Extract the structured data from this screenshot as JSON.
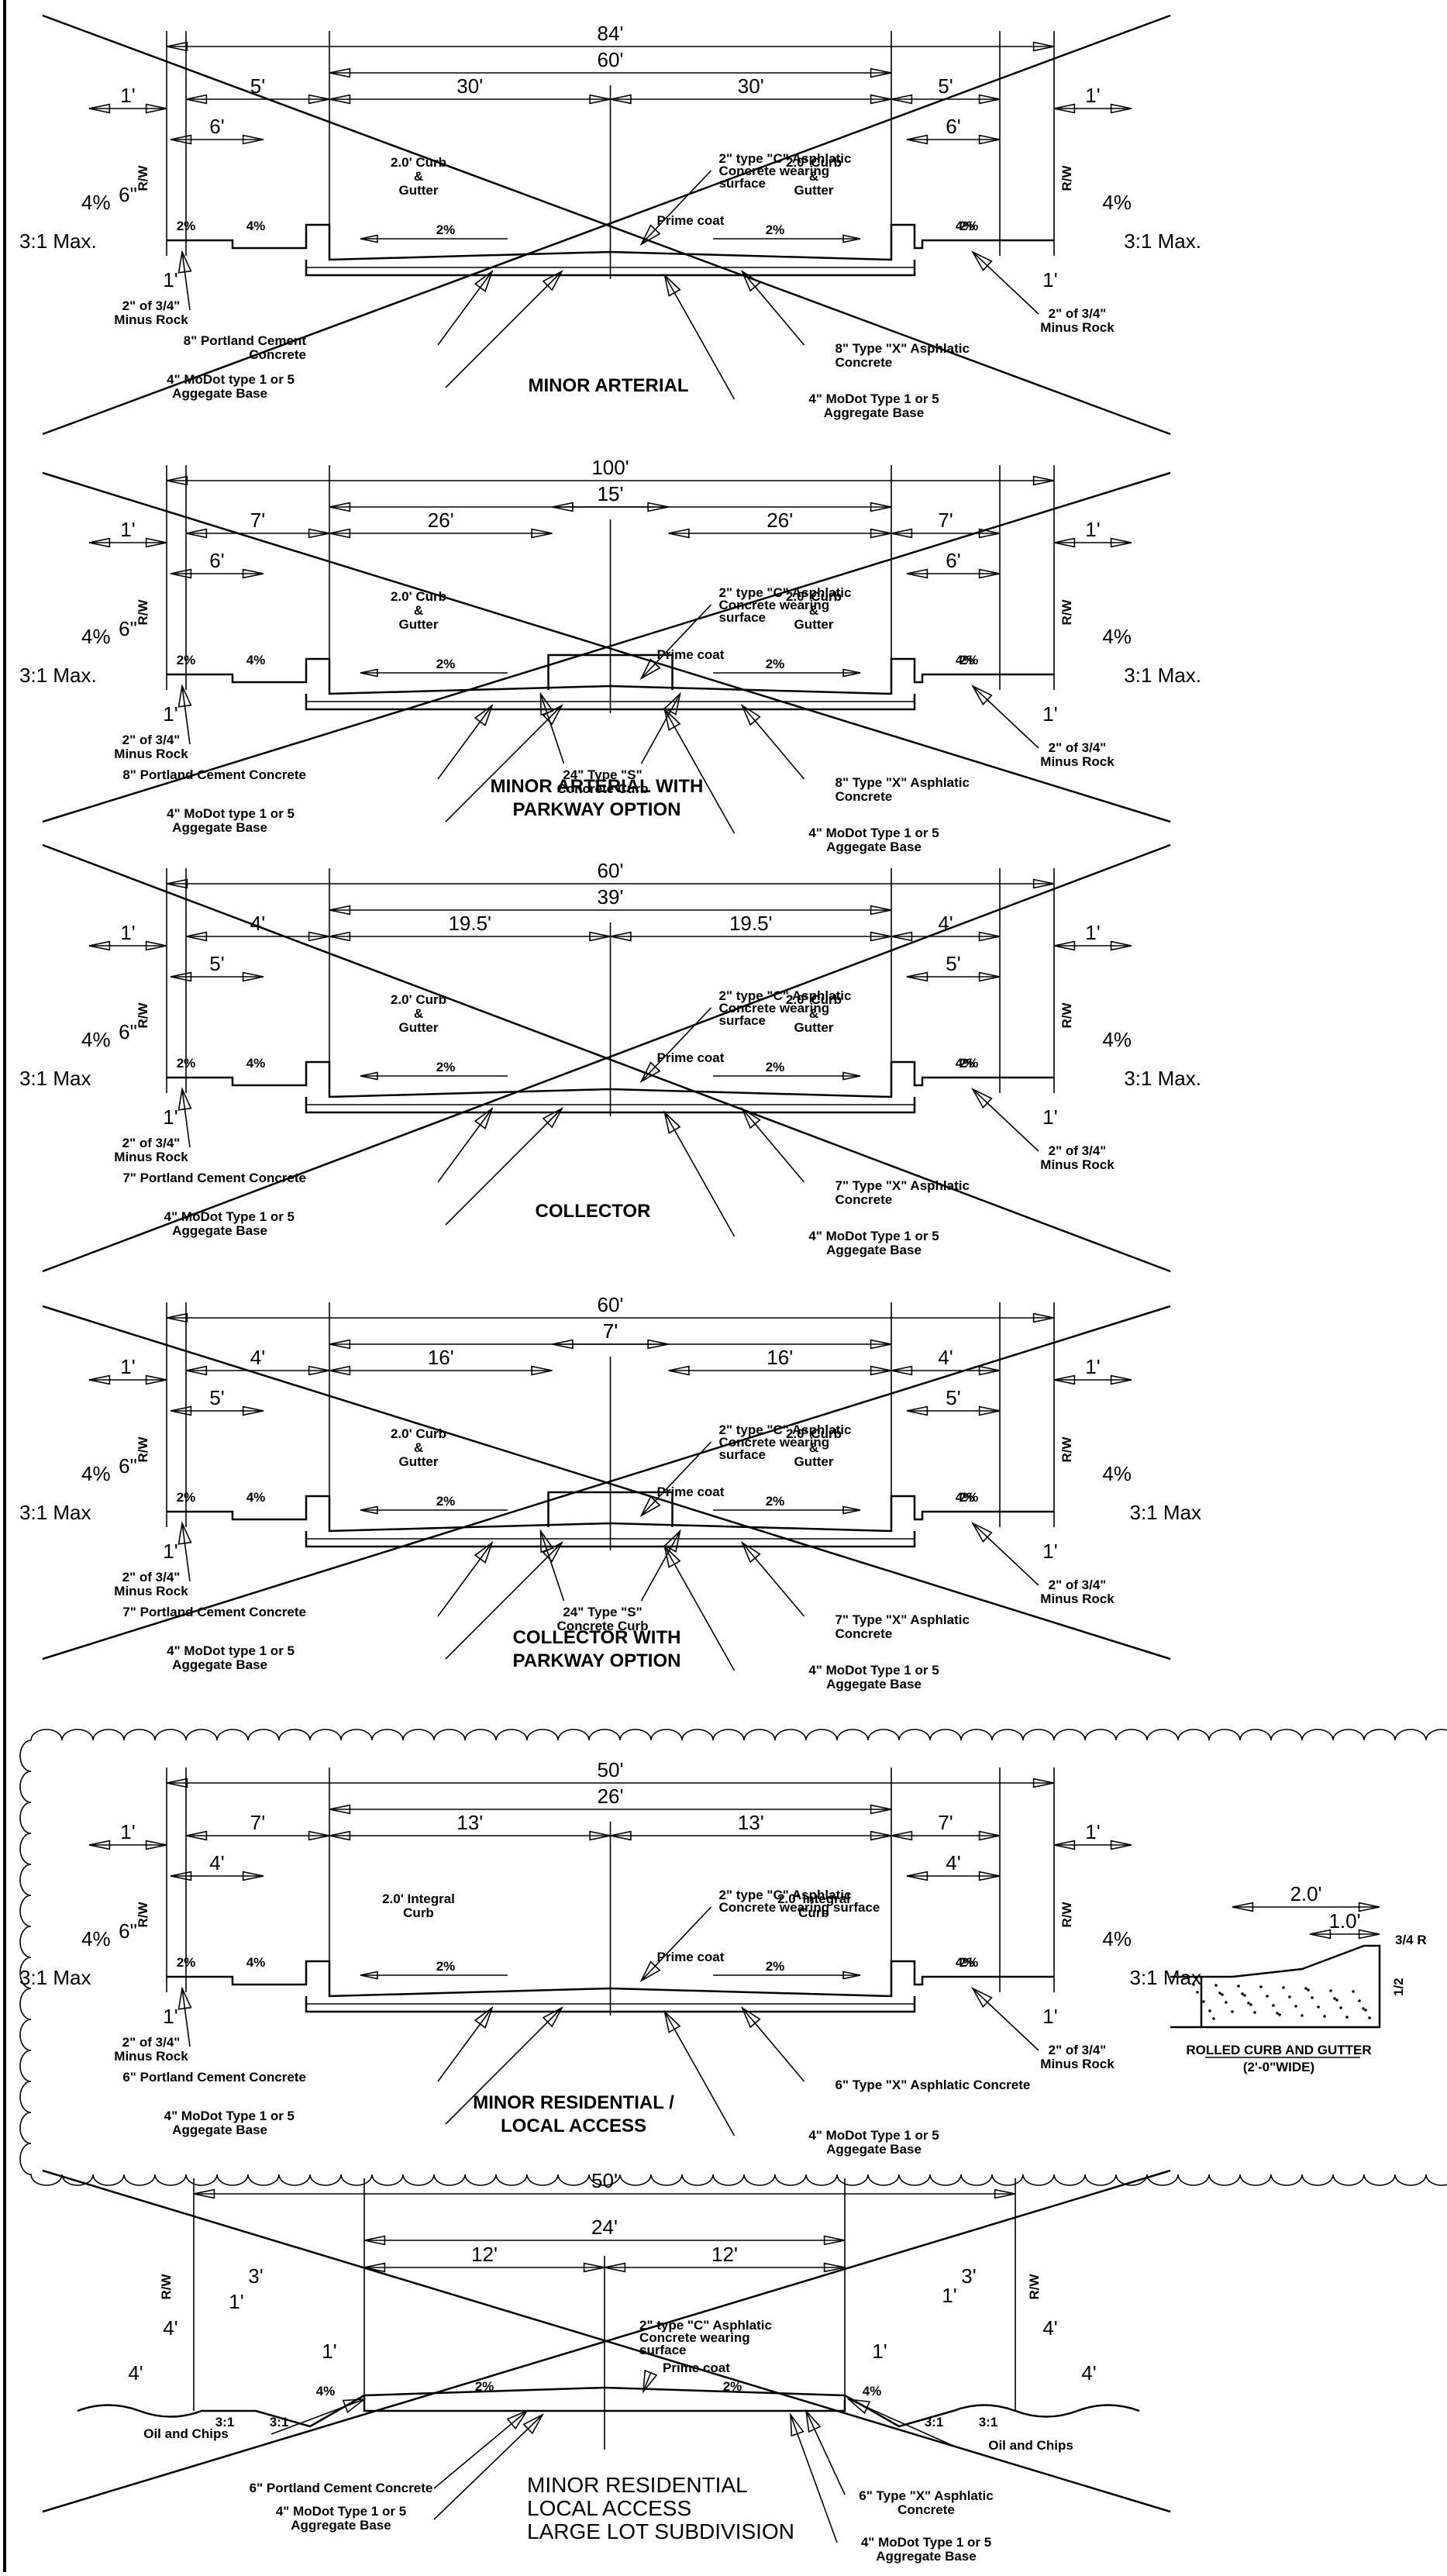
{
  "sections": [
    {
      "title": [
        "MINOR ARTERIAL"
      ],
      "dims": {
        "overall": "84'",
        "roadway": "60'",
        "half_left": "30'",
        "half_right": "30'",
        "left_verge": "5'",
        "right_verge": "5'",
        "left_walk": "6'",
        "right_walk": "6'",
        "left_edge": "1'",
        "right_edge": "1'",
        "curb": "6\"",
        "small": "1'"
      },
      "labels": {
        "rw_left": "R/W",
        "rw_right": "R/W",
        "curb_left": [
          "2.0' Curb",
          "&",
          "Gutter"
        ],
        "curb_right": [
          "2.0' Curb",
          "&",
          "Gutter"
        ],
        "surface": [
          "2\" type \"C\" Asphlatic",
          "Concrete wearing",
          "surface"
        ],
        "prime": "Prime coat",
        "slope_left": "4%",
        "slope_right": "4%",
        "max_left": "3:1 Max.",
        "max_right": "3:1 Max.",
        "walk_slope": "2%",
        "gutter_slope": "4%",
        "lane_slope": "2%",
        "rock_left": [
          "2\" of 3/4\"",
          "Minus Rock"
        ],
        "rock_right": [
          "2\" of 3/4\"",
          "Minus Rock"
        ],
        "pcc": [
          "8\" Portland Cement",
          "Concrete"
        ],
        "base_left": "4\" MoDot type 1 or 5",
        "base_left2": "Aggegate Base",
        "ac": [
          "8\" Type \"X\" Asphlatic",
          "Concrete"
        ],
        "base_right": [
          "4\" MoDot Type 1 or 5",
          "Aggregate Base"
        ]
      }
    },
    {
      "title": [
        "MINOR ARTERIAL WITH",
        "PARKWAY OPTION"
      ],
      "dims": {
        "overall": "100'",
        "roadway": "15'",
        "half_left": "26'",
        "half_right": "26'",
        "left_verge": "7'",
        "right_verge": "7'",
        "left_walk": "6'",
        "right_walk": "6'",
        "left_edge": "1'",
        "right_edge": "1'",
        "curb": "6\"",
        "small": "1'"
      },
      "labels": {
        "rw_left": "R/W",
        "rw_right": "R/W",
        "curb_left": [
          "2.0' Curb",
          "&",
          "Gutter"
        ],
        "curb_right": [
          "2.0' Curb",
          "&",
          "Gutter"
        ],
        "surface": [
          "2\" type \"C\" Asphlatic",
          "Concrete wearing",
          "surface"
        ],
        "prime": "Prime coat",
        "slope_left": "4%",
        "slope_right": "4%",
        "max_left": "3:1 Max.",
        "max_right": "3:1 Max.",
        "walk_slope": "2%",
        "gutter_slope": "4%",
        "lane_slope": "2%",
        "rock_left": [
          "2\" of 3/4\"",
          "Minus Rock"
        ],
        "rock_right": [
          "2\" of 3/4\"",
          "Minus Rock"
        ],
        "pcc": [
          "8\" Portland Cement Concrete"
        ],
        "base_left": "4\" MoDot type 1 or 5",
        "base_left2": "Aggegate Base",
        "ac": [
          "8\" Type \"X\" Asphlatic",
          "Concrete"
        ],
        "base_right": [
          "4\" MoDot Type 1 or 5",
          "Aggegate Base"
        ],
        "median_curb": [
          "24\" Type \"S\"",
          "Concrete Curb"
        ]
      }
    },
    {
      "title": [
        "COLLECTOR"
      ],
      "dims": {
        "overall": "60'",
        "roadway": "39'",
        "half_left": "19.5'",
        "half_right": "19.5'",
        "left_verge": "4'",
        "right_verge": "4'",
        "left_walk": "5'",
        "right_walk": "5'",
        "left_edge": "1'",
        "right_edge": "1'",
        "curb": "6\"",
        "small": "1'"
      },
      "labels": {
        "rw_left": "R/W",
        "rw_right": "R/W",
        "curb_left": [
          "2.0' Curb",
          "&",
          "Gutter"
        ],
        "curb_right": [
          "2.0' Curb",
          "&",
          "Gutter"
        ],
        "surface": [
          "2\" type \"C\" Asphlatic",
          "Concrete wearing",
          "surface"
        ],
        "prime": "Prime coat",
        "slope_left": "4%",
        "slope_right": "4%",
        "max_left": "3:1 Max",
        "max_right": "3:1 Max.",
        "walk_slope": "2%",
        "gutter_slope": "4%",
        "lane_slope": "2%",
        "rock_left": [
          "2\" of 3/4\"",
          "Minus Rock"
        ],
        "rock_right": [
          "2\" of 3/4\"",
          "Minus Rock"
        ],
        "pcc": [
          "7\" Portland Cement Concrete"
        ],
        "base_left": "4\" MoDot Type 1 or 5",
        "base_left2": "Aggegate Base",
        "ac": [
          "7\" Type \"X\" Asphlatic",
          "Concrete"
        ],
        "base_right": [
          "4\" MoDot Type 1 or 5",
          "Aggegate Base"
        ]
      }
    },
    {
      "title": [
        "COLLECTOR WITH",
        "PARKWAY OPTION"
      ],
      "dims": {
        "overall": "60'",
        "roadway": "7'",
        "half_left": "16'",
        "half_right": "16'",
        "left_verge": "4'",
        "right_verge": "4'",
        "left_walk": "5'",
        "right_walk": "5'",
        "left_edge": "1'",
        "right_edge": "1'",
        "curb": "6\"",
        "small": "1'"
      },
      "labels": {
        "rw_left": "R/W",
        "rw_right": "R/W",
        "curb_left": [
          "2.0' Curb",
          "&",
          "Gutter"
        ],
        "curb_right": [
          "2.0' Curb",
          "&",
          "Gutter"
        ],
        "surface": [
          "2\" type \"C\" Asphlatic",
          "Concrete wearing",
          "surface"
        ],
        "prime": "Prime coat",
        "slope_left": "4%",
        "slope_right": "4%",
        "max_left": "3:1 Max",
        "max_right": "3:1 Max",
        "walk_slope": "2%",
        "gutter_slope": "4%",
        "lane_slope": "2%",
        "rock_left": [
          "2\" of 3/4\"",
          "Minus Rock"
        ],
        "rock_right": [
          "2\" of 3/4\"",
          "Minus Rock"
        ],
        "pcc": [
          "7\" Portland Cement Concrete"
        ],
        "base_left": "4\" MoDot type 1 or 5",
        "base_left2": "Aggegate Base",
        "ac": [
          "7\" Type \"X\" Asphlatic",
          "Concrete"
        ],
        "base_right": [
          "4\" MoDot Type 1 or 5",
          "Aggegate Base"
        ],
        "median_curb": [
          "24\" Type \"S\"",
          "Concrete Curb"
        ]
      }
    },
    {
      "title": [
        "MINOR RESIDENTIAL /",
        "LOCAL ACCESS"
      ],
      "dims": {
        "overall": "50'",
        "roadway": "26'",
        "half_left": "13'",
        "half_right": "13'",
        "left_verge": "7'",
        "right_verge": "7'",
        "left_walk": "4'",
        "right_walk": "4'",
        "left_edge": "1'",
        "right_edge": "1'",
        "curb": "6\"",
        "small": "1'"
      },
      "labels": {
        "rw_left": "R/W",
        "rw_right": "R/W",
        "curb_left": [
          "2.0' Integral",
          "Curb"
        ],
        "curb_right": [
          "2.0' Integral",
          "Curb"
        ],
        "surface": [
          "2\" type \"C\" Asphlatic",
          "Concrete wearing surface"
        ],
        "prime": "Prime coat",
        "slope_left": "4%",
        "slope_right": "4%",
        "max_left": "3:1 Max",
        "max_right": "3:1 Max",
        "walk_slope": "2%",
        "gutter_slope": "4%",
        "lane_slope": "2%",
        "rock_left": [
          "2\" of 3/4\"",
          "Minus Rock"
        ],
        "rock_right": [
          "2\" of 3/4\"",
          "Minus Rock"
        ],
        "pcc": [
          "6\" Portland Cement Concrete"
        ],
        "base_left": "4\" MoDot Type 1 or 5",
        "base_left2": "Aggegate Base",
        "ac": [
          "6\" Type \"X\" Asphlatic Concrete"
        ],
        "base_right": [
          "4\" MoDot Type 1 or 5",
          "Aggegate Base"
        ]
      }
    }
  ],
  "rolled_curb": {
    "title": "ROLLED CURB AND GUTTER",
    "subtitle": "(2'-0\"WIDE)",
    "w": "2.0'",
    "w2": "1.0'",
    "h": "3/4 R",
    "d": "1/2"
  },
  "large_lot": {
    "title": [
      "MINOR RESIDENTIAL",
      "LOCAL ACCESS",
      "LARGE LOT SUBDIVISION"
    ],
    "dims": {
      "overall": "50'",
      "roadway": "24'",
      "half_left": "12'",
      "half_right": "12'",
      "d3": "3'",
      "d1": "1'",
      "d4": "4'"
    },
    "labels": {
      "rw": "R/W",
      "surface": [
        "2\" type \"C\" Asphlatic",
        "Concrete wearing",
        "surface"
      ],
      "prime": "Prime coat",
      "slope": "4%",
      "lane": "2%",
      "ditch": "3:1",
      "oil": "Oil and Chips",
      "pcc": "6\" Portland Cement Concrete",
      "base_left": [
        "4\" MoDot Type 1 or 5",
        "Aggregate Base"
      ],
      "ac": [
        "6\" Type \"X\" Asphlatic",
        "Concrete"
      ],
      "base_right": [
        "4\" MoDot Type 1 or 5",
        "Aggregate Base"
      ]
    }
  }
}
